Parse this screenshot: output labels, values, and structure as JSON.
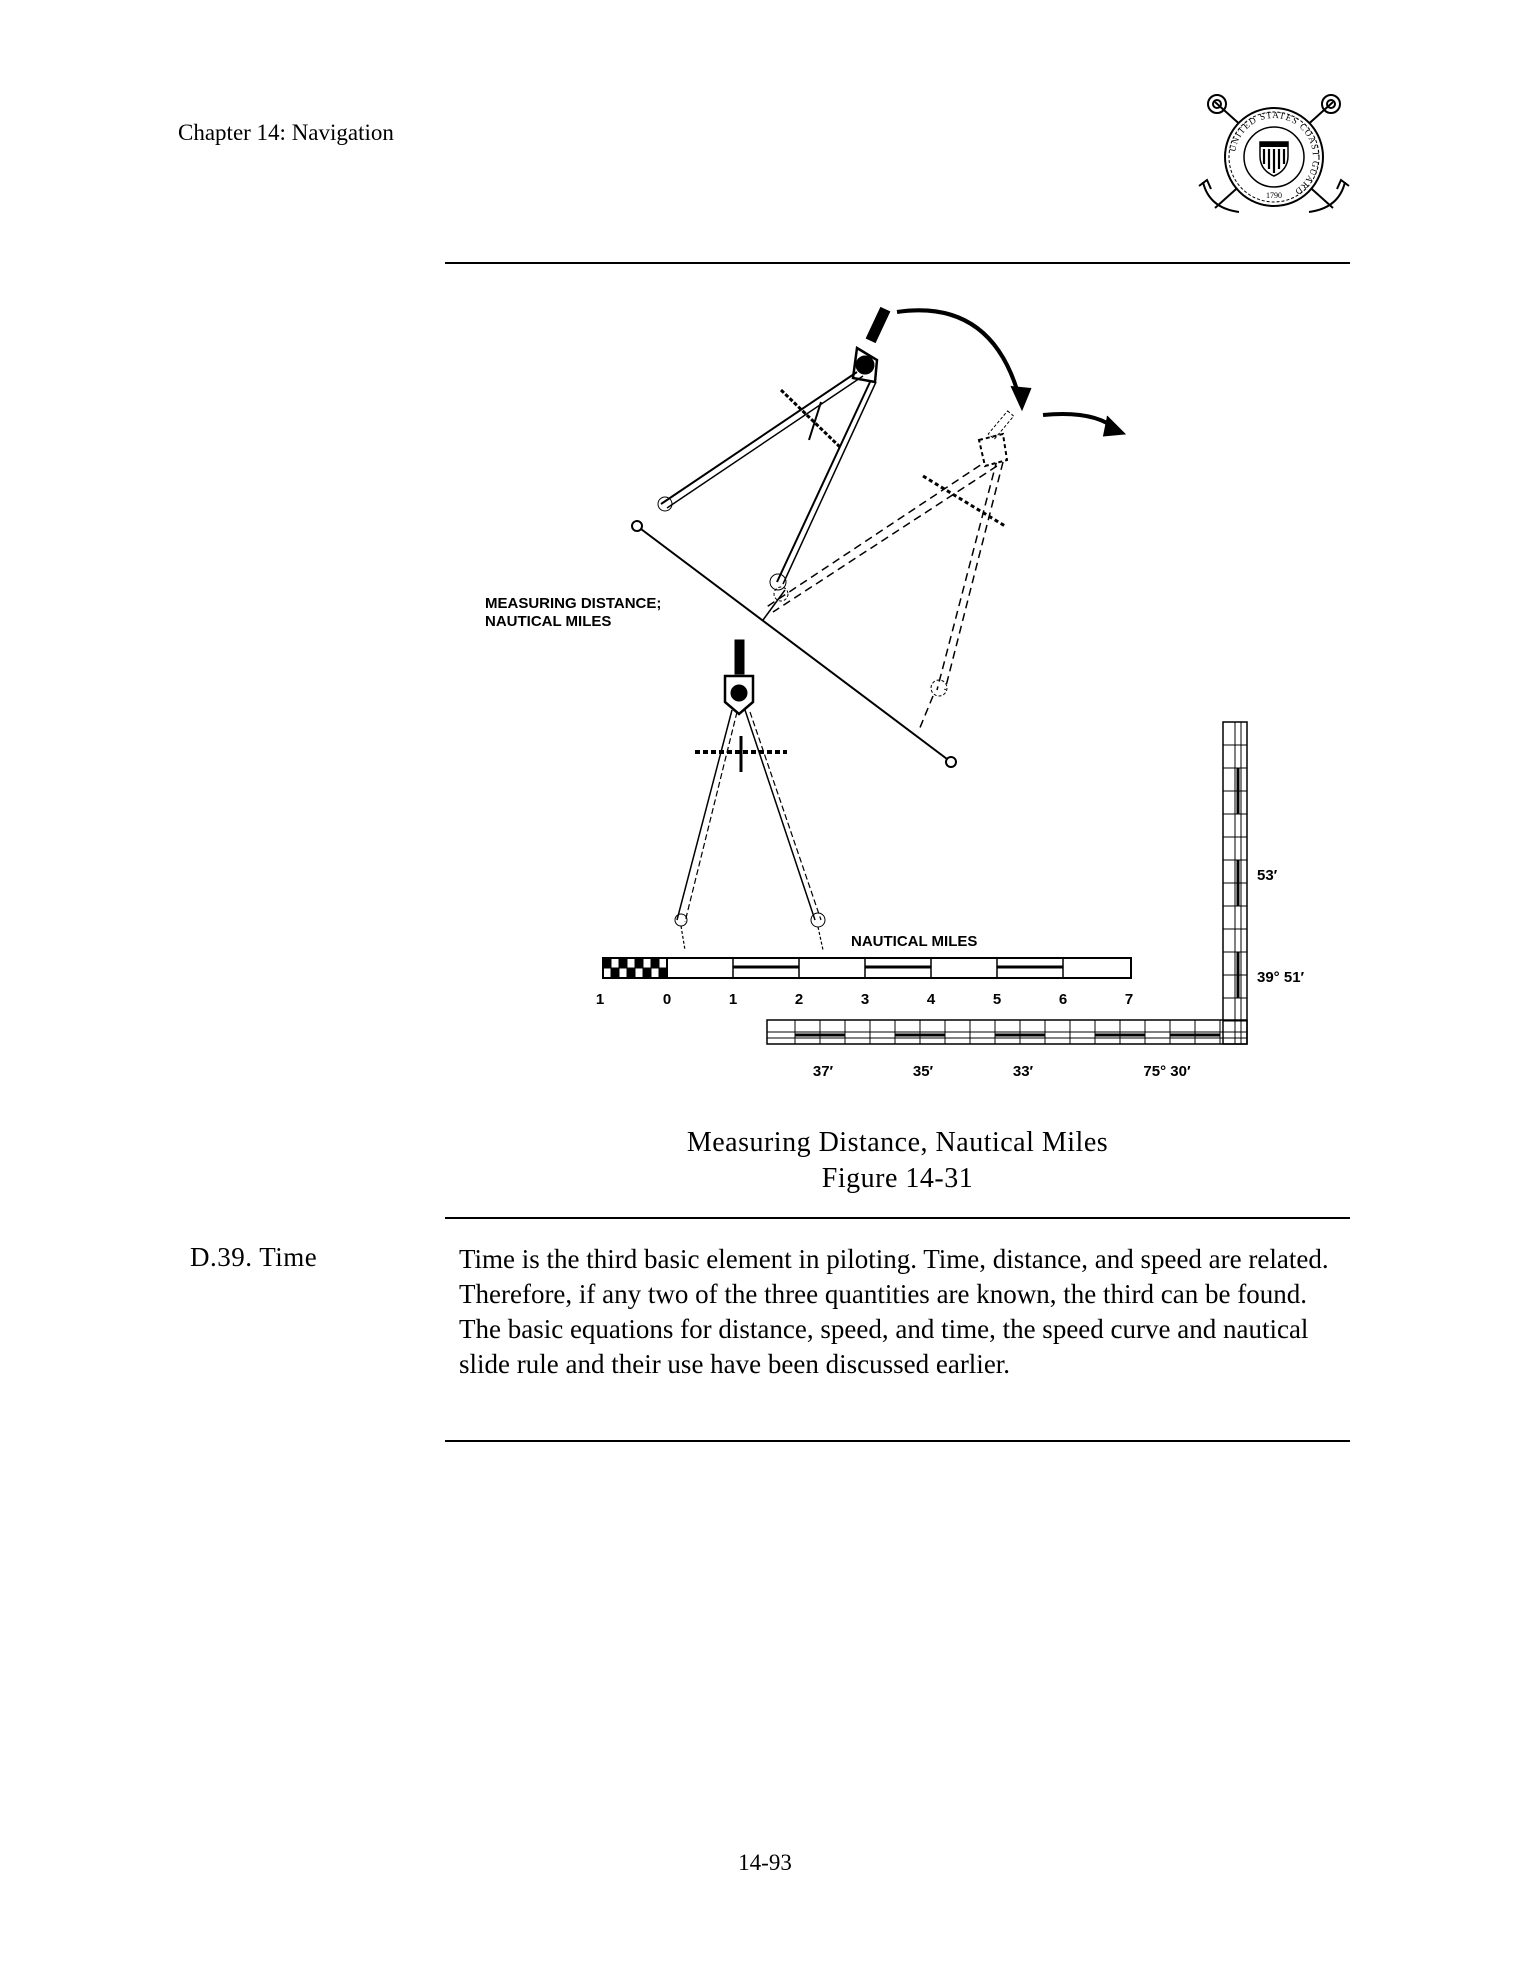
{
  "header": {
    "chapter": "Chapter 14:  Navigation",
    "seal": {
      "ring_text": "UNITED STATES COAST GUARD",
      "year": "1790"
    }
  },
  "figure": {
    "labels": {
      "measuring_line1": "MEASURING DISTANCE;",
      "measuring_line2": "NAUTICAL MILES",
      "scale_title": "NAUTICAL MILES"
    },
    "scale_ticks": [
      "1",
      "0",
      "1",
      "2",
      "3",
      "4",
      "5",
      "6",
      "7"
    ],
    "latitude_labels": {
      "upper": "53′",
      "lower": "39° 51′"
    },
    "longitude_labels": [
      "37′",
      "35′",
      "33′",
      "75° 30′"
    ],
    "caption_line1": "Measuring Distance, Nautical Miles",
    "caption_line2": "Figure 14-31"
  },
  "section": {
    "label": "D.39.  Time",
    "body": "Time is the third basic element in piloting.  Time, distance, and speed are related.  Therefore, if any two of the three quantities are known, the third can be found.  The basic equations for distance, speed, and time, the speed curve and nautical slide rule and their use have been discussed earlier."
  },
  "footer": {
    "page_number": "14-93"
  }
}
